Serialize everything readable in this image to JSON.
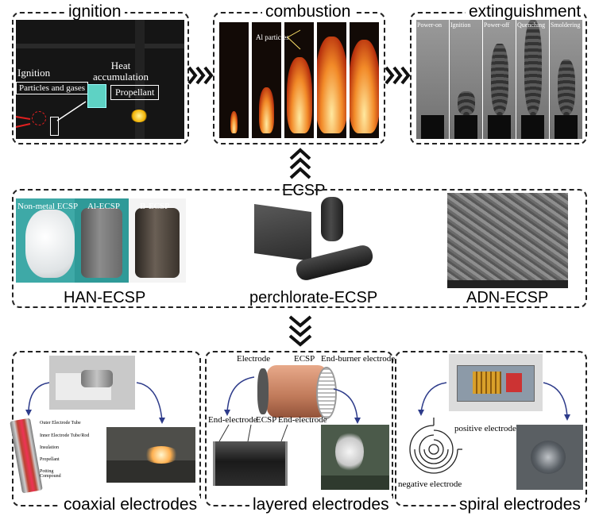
{
  "top": {
    "ignition": {
      "title": "ignition",
      "label_ignition": "Ignition",
      "label_particles": "Particles and gases",
      "label_heat": "Heat accumulation",
      "label_propellant": "Propellant"
    },
    "combustion": {
      "title": "combustion",
      "label_al": "Al particles"
    },
    "extinguishment": {
      "title": "extinguishment",
      "frames": [
        "Power-on",
        "Ignition",
        "Power-off",
        "Quenching",
        "Smoldering"
      ]
    }
  },
  "center_label": "ECSP",
  "middle": {
    "han": {
      "title": "HAN-ECSP",
      "samples": [
        "Non-metal ECSP",
        "Al-ECSP",
        "B-ECSP"
      ]
    },
    "perchlorate": {
      "title": "perchlorate-ECSP"
    },
    "adn": {
      "title": "ADN-ECSP"
    }
  },
  "bottom": {
    "coaxial": {
      "title": "coaxial electrodes",
      "parts": [
        "Outer Electrode Tube",
        "Inner Electrode Tube/Rod",
        "Insulation",
        "Propellant",
        "Potting Compound"
      ]
    },
    "layered": {
      "title": "layered electrodes",
      "label_electrode": "Electrode",
      "label_ecsp": "ECSP",
      "label_endburner": "End-burner electrode",
      "label_end_left": "End-electrode",
      "label_ecsp2": "ECSP",
      "label_end_right": "End-electrode"
    },
    "spiral": {
      "title": "spiral electrodes",
      "label_positive": "positive electrode",
      "label_negative": "negative electrode"
    }
  },
  "colors": {
    "dark_photo": "#141414",
    "flame": "#e8651a",
    "cylinder": "#c98767",
    "arrow_blue": "#2d3b8a"
  }
}
